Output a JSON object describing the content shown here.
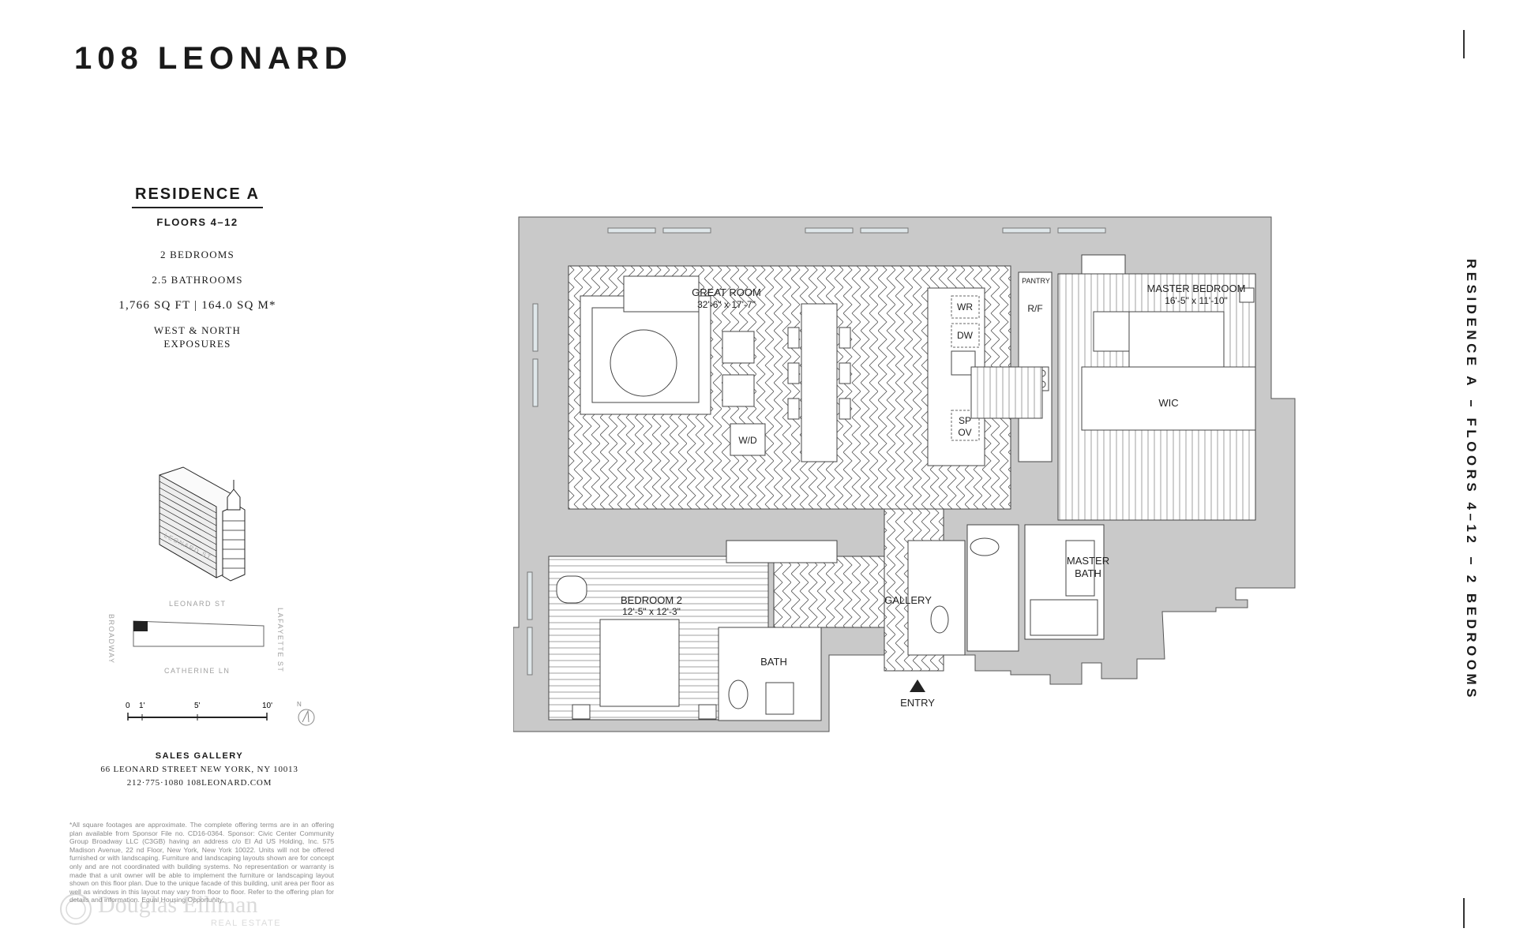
{
  "brand": "108 LEONARD",
  "residence": {
    "title": "RESIDENCE A",
    "floors": "FLOORS 4–12",
    "bedrooms": "2 BEDROOMS",
    "bathrooms": "2.5 BATHROOMS",
    "area": "1,766  SQ FT  |  164.0 SQ M*",
    "exposures_line1": "WEST & NORTH",
    "exposures_line2": "EXPOSURES"
  },
  "vertical_title": {
    "part1": "RESIDENCE A",
    "part2": "FLOORS 4–12",
    "part3": "2 BEDROOMS"
  },
  "keyplan": {
    "leonard_st_diag": "LEONARD ST",
    "leonard_st": "LEONARD ST",
    "catherine_ln": "CATHERINE LN",
    "broadway": "BROADWAY",
    "lafayette_st": "LAFAYETTE ST"
  },
  "scale": {
    "t0": "0",
    "t1": "1'",
    "t5": "5'",
    "t10": "10'",
    "north": "N"
  },
  "sales": {
    "heading": "SALES GALLERY",
    "address": "66 LEONARD STREET    NEW YORK, NY 10013",
    "contact": "212·775·1080  108LEONARD.COM"
  },
  "disclaimer": "*All square footages are approximate. The complete offering terms are in an offering plan available from Sponsor File no. CD16-0364. Sponsor: Civic Center Community Group Broadway LLC (C3GB) having an address c/o El Ad US Holding, Inc. 575 Madison Avenue, 22 nd Floor, New York, New York 10022. Units will not be offered furnished or with landscaping. Furniture and landscaping layouts shown are for concept only and are not coordinated with building systems. No representation or warranty is made that a unit owner will be able to implement the furniture or landscaping layout shown on this floor plan. Due to the unique facade of this building, unit area per floor as well as windows in this layout may vary from floor to floor. Refer to the offering plan for details and information. Equal Housing Opportunity.",
  "watermark": {
    "name": "Douglas Elliman",
    "sub": "REAL ESTATE"
  },
  "plan": {
    "great_room": "GREAT ROOM",
    "great_room_dim": "32'-6\" x 17'-7\"",
    "master_bedroom": "MASTER BEDROOM",
    "master_bedroom_dim": "16'-5\" x 11'-10\"",
    "bedroom2": "BEDROOM 2",
    "bedroom2_dim": "12'-5\" x 12'-3\"",
    "gallery": "GALLERY",
    "bath": "BATH",
    "master_bath_1": "MASTER",
    "master_bath_2": "BATH",
    "wic": "WIC",
    "entry": "ENTRY",
    "pantry": "PANTRY",
    "rf": "R/F",
    "wr": "WR",
    "dw": "DW",
    "sp": "SP",
    "ov": "OV",
    "wd": "W/D"
  }
}
